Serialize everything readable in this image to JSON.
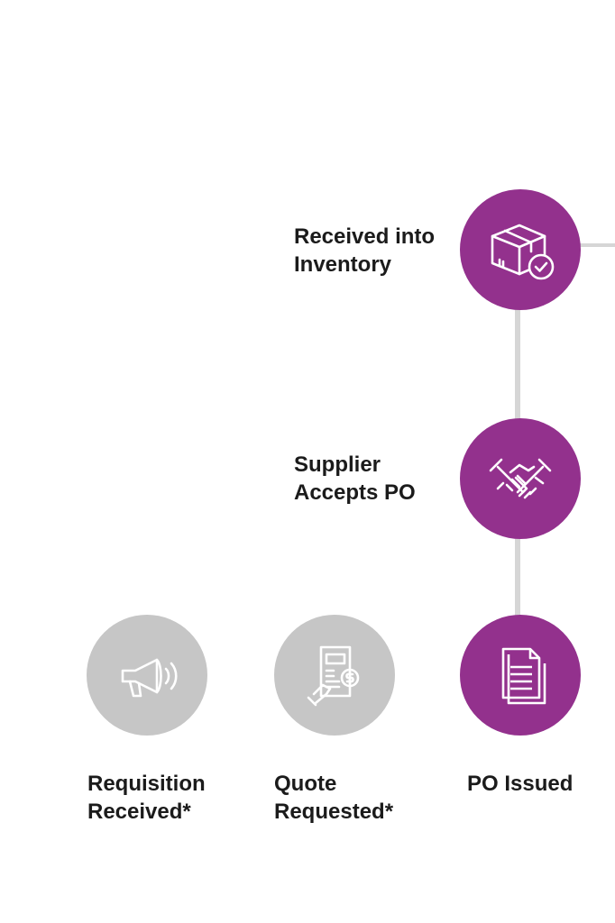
{
  "colors": {
    "active": "#93318d",
    "inactive": "#c6c6c6",
    "connector": "#d6d6d6",
    "text": "#1b1b1b"
  },
  "steps": [
    {
      "id": "received-into-inventory",
      "lines": [
        "Received into",
        "Inventory"
      ],
      "icon": "package-check-icon",
      "state": "active"
    },
    {
      "id": "supplier-accepts-po",
      "lines": [
        "Supplier",
        "Accepts PO"
      ],
      "icon": "handshake-icon",
      "state": "active"
    },
    {
      "id": "po-issued",
      "lines": [
        "PO Issued"
      ],
      "icon": "documents-icon",
      "state": "active"
    },
    {
      "id": "requisition-received",
      "lines": [
        "Requisition",
        "Received*"
      ],
      "icon": "megaphone-icon",
      "state": "inactive"
    },
    {
      "id": "quote-requested",
      "lines": [
        "Quote",
        "Requested*"
      ],
      "icon": "invoice-hand-icon",
      "state": "inactive"
    }
  ]
}
